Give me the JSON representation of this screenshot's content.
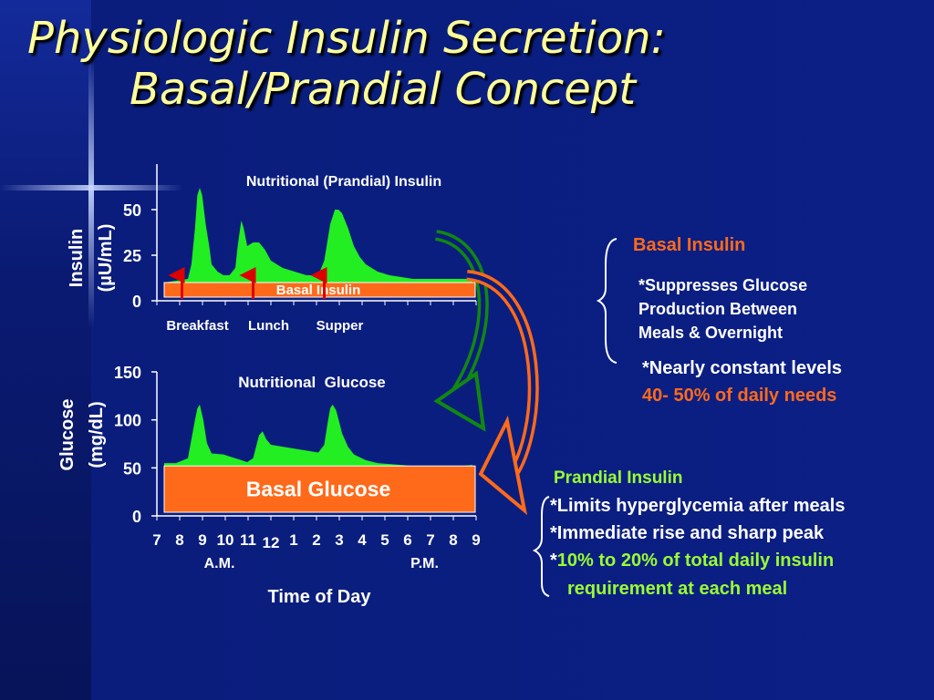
{
  "title": {
    "line1": "Physiologic Insulin Secretion:",
    "line2": "Basal/Prandial Concept"
  },
  "colors": {
    "background": "#0b1f85",
    "title": "#ffff99",
    "curve": "#22ee22",
    "basal": "#ff6a1a",
    "arrow_green": "#118811",
    "meal_arrow": "#dd0000",
    "basal_label": "#ff6a1a",
    "prandial_label": "#99ff33"
  },
  "chart_data": [
    {
      "type": "area",
      "title": "Nutritional (Prandial) Insulin",
      "ylabel_line1": "Insulin",
      "ylabel_line2": "(µU/mL)",
      "yticks": [
        "0",
        "25",
        "50"
      ],
      "ylim": [
        0,
        75
      ],
      "xlim": [
        7,
        33
      ],
      "x": [
        7,
        9,
        9.3,
        9.6,
        9.8,
        10,
        10.2,
        10.5,
        10.8,
        11,
        11.5,
        12,
        12.5,
        13,
        13.2,
        13.5,
        13.7,
        14,
        14.5,
        15,
        15.5,
        16,
        17,
        18,
        19,
        20,
        20.5,
        21,
        21.4,
        21.7,
        22,
        22.5,
        23,
        23.5,
        24,
        25,
        26,
        27,
        28,
        29,
        30,
        31,
        32,
        33
      ],
      "values": [
        10,
        12,
        20,
        40,
        58,
        62,
        58,
        42,
        30,
        20,
        16,
        14,
        14,
        18,
        30,
        44,
        40,
        30,
        32,
        32,
        28,
        22,
        18,
        16,
        14,
        14,
        22,
        42,
        50,
        50,
        48,
        40,
        30,
        24,
        20,
        16,
        14,
        13,
        12,
        12,
        12,
        12,
        12,
        12
      ],
      "basal": {
        "label": "Basal Insulin",
        "level": 10
      },
      "meals": [
        {
          "label": "Breakfast",
          "x": 8.5
        },
        {
          "label": "Lunch",
          "x": 14.5
        },
        {
          "label": "Supper",
          "x": 20.5
        }
      ]
    },
    {
      "type": "area",
      "title": "Nutritional  Glucose",
      "ylabel_line1": "Glucose",
      "ylabel_line2": "(mg/dL)",
      "yticks": [
        "0",
        "50",
        "100",
        "150"
      ],
      "ylim": [
        0,
        150
      ],
      "xlim": [
        7,
        33
      ],
      "x": [
        7,
        8,
        9,
        9.3,
        9.6,
        9.8,
        10,
        10.3,
        10.6,
        11,
        12,
        13,
        14,
        14.5,
        15,
        15.3,
        15.6,
        16,
        17,
        18,
        19,
        20,
        20.5,
        20.8,
        21,
        21.2,
        21.5,
        21.8,
        22,
        22.5,
        23,
        24,
        25,
        26,
        27,
        28,
        29,
        30,
        31,
        32,
        33
      ],
      "values": [
        55,
        55,
        60,
        80,
        100,
        112,
        116,
        100,
        76,
        65,
        64,
        60,
        56,
        60,
        84,
        88,
        80,
        74,
        72,
        70,
        68,
        66,
        74,
        98,
        112,
        116,
        110,
        96,
        86,
        72,
        64,
        58,
        55,
        54,
        53,
        52,
        52,
        52,
        52,
        52,
        53
      ],
      "basal": {
        "label": "Basal Glucose",
        "level": 52
      },
      "xlabel": "Time of Day",
      "xticks": [
        {
          "label": "7",
          "x": 7
        },
        {
          "label": "8",
          "x": 8
        },
        {
          "label": "9",
          "x": 9
        },
        {
          "label": "10",
          "x": 10
        },
        {
          "label": "11",
          "x": 11
        },
        {
          "label": "12",
          "x": 12
        },
        {
          "label": "1",
          "x": 13
        },
        {
          "label": "2",
          "x": 14
        },
        {
          "label": "3",
          "x": 15
        },
        {
          "label": "4",
          "x": 16
        },
        {
          "label": "5",
          "x": 17
        },
        {
          "label": "6",
          "x": 18
        },
        {
          "label": "7",
          "x": 19
        },
        {
          "label": "8",
          "x": 20
        },
        {
          "label": "9",
          "x": 21
        }
      ],
      "period_labels": [
        {
          "label": "A.M.",
          "x": 9.5
        },
        {
          "label": "P.M.",
          "x": 18.5
        }
      ]
    }
  ],
  "basal_box": {
    "heading": "Basal Insulin",
    "point1_line1": "*Suppresses Glucose",
    "point1_line2": "Production Between",
    "point1_line3": "Meals & Overnight",
    "point2": "*Nearly constant levels",
    "point3": "40- 50% of daily needs"
  },
  "prandial_box": {
    "heading": "Prandial Insulin",
    "point1": "*Limits hyperglycemia after meals",
    "point2": "*Immediate rise and sharp peak",
    "point3_star": "*",
    "point3_line1": "10% to 20% of total daily insulin",
    "point3_line2": "requirement at each meal"
  }
}
